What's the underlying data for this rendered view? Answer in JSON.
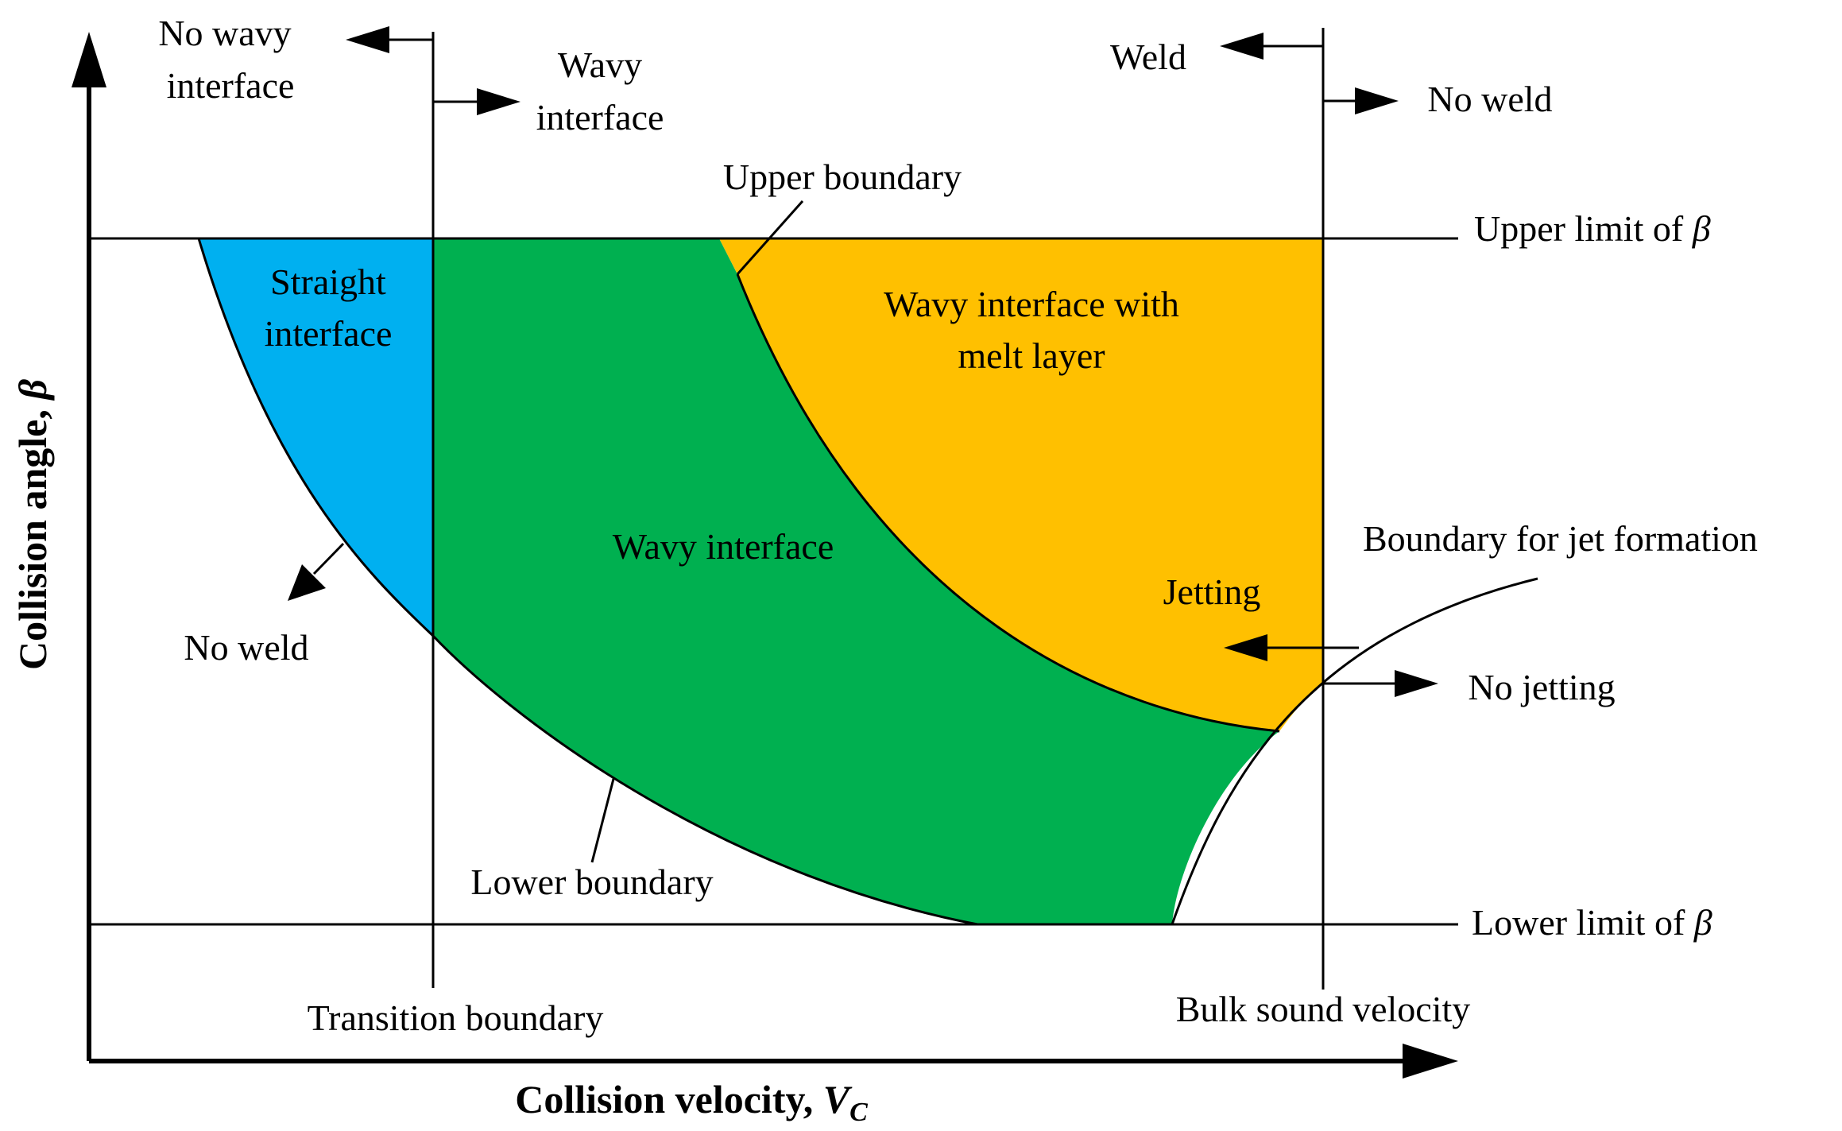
{
  "axes": {
    "x_title": "Collision velocity, ",
    "x_symbol": "V",
    "x_subscript": "C",
    "y_title": "Collision angle, ",
    "y_symbol": "β"
  },
  "regions": {
    "straight_line1": "Straight",
    "straight_line2": "interface",
    "wavy": "Wavy interface",
    "melt_line1": "Wavy interface with",
    "melt_line2": "melt layer",
    "jetting": "Jetting"
  },
  "labels": {
    "no_wavy_line1": "No wavy",
    "no_wavy_line2": "interface",
    "wavy_line1": "Wavy",
    "wavy_line2": "interface",
    "weld": "Weld",
    "no_weld_top": "No weld",
    "upper_boundary": "Upper boundary",
    "upper_limit_prefix": "Upper limit of ",
    "upper_limit_symbol": "β",
    "lower_limit_prefix": "Lower limit of ",
    "lower_limit_symbol": "β",
    "boundary_jet": "Boundary for jet formation",
    "no_weld_left": "No weld",
    "no_jetting": "No jetting",
    "lower_boundary": "Lower boundary",
    "transition_boundary": "Transition boundary",
    "bulk_sound_velocity": "Bulk sound velocity"
  },
  "colors": {
    "straight_region": "#00b0f0",
    "wavy_region": "#00b050",
    "melt_region": "#ffc000",
    "line": "#000000"
  }
}
